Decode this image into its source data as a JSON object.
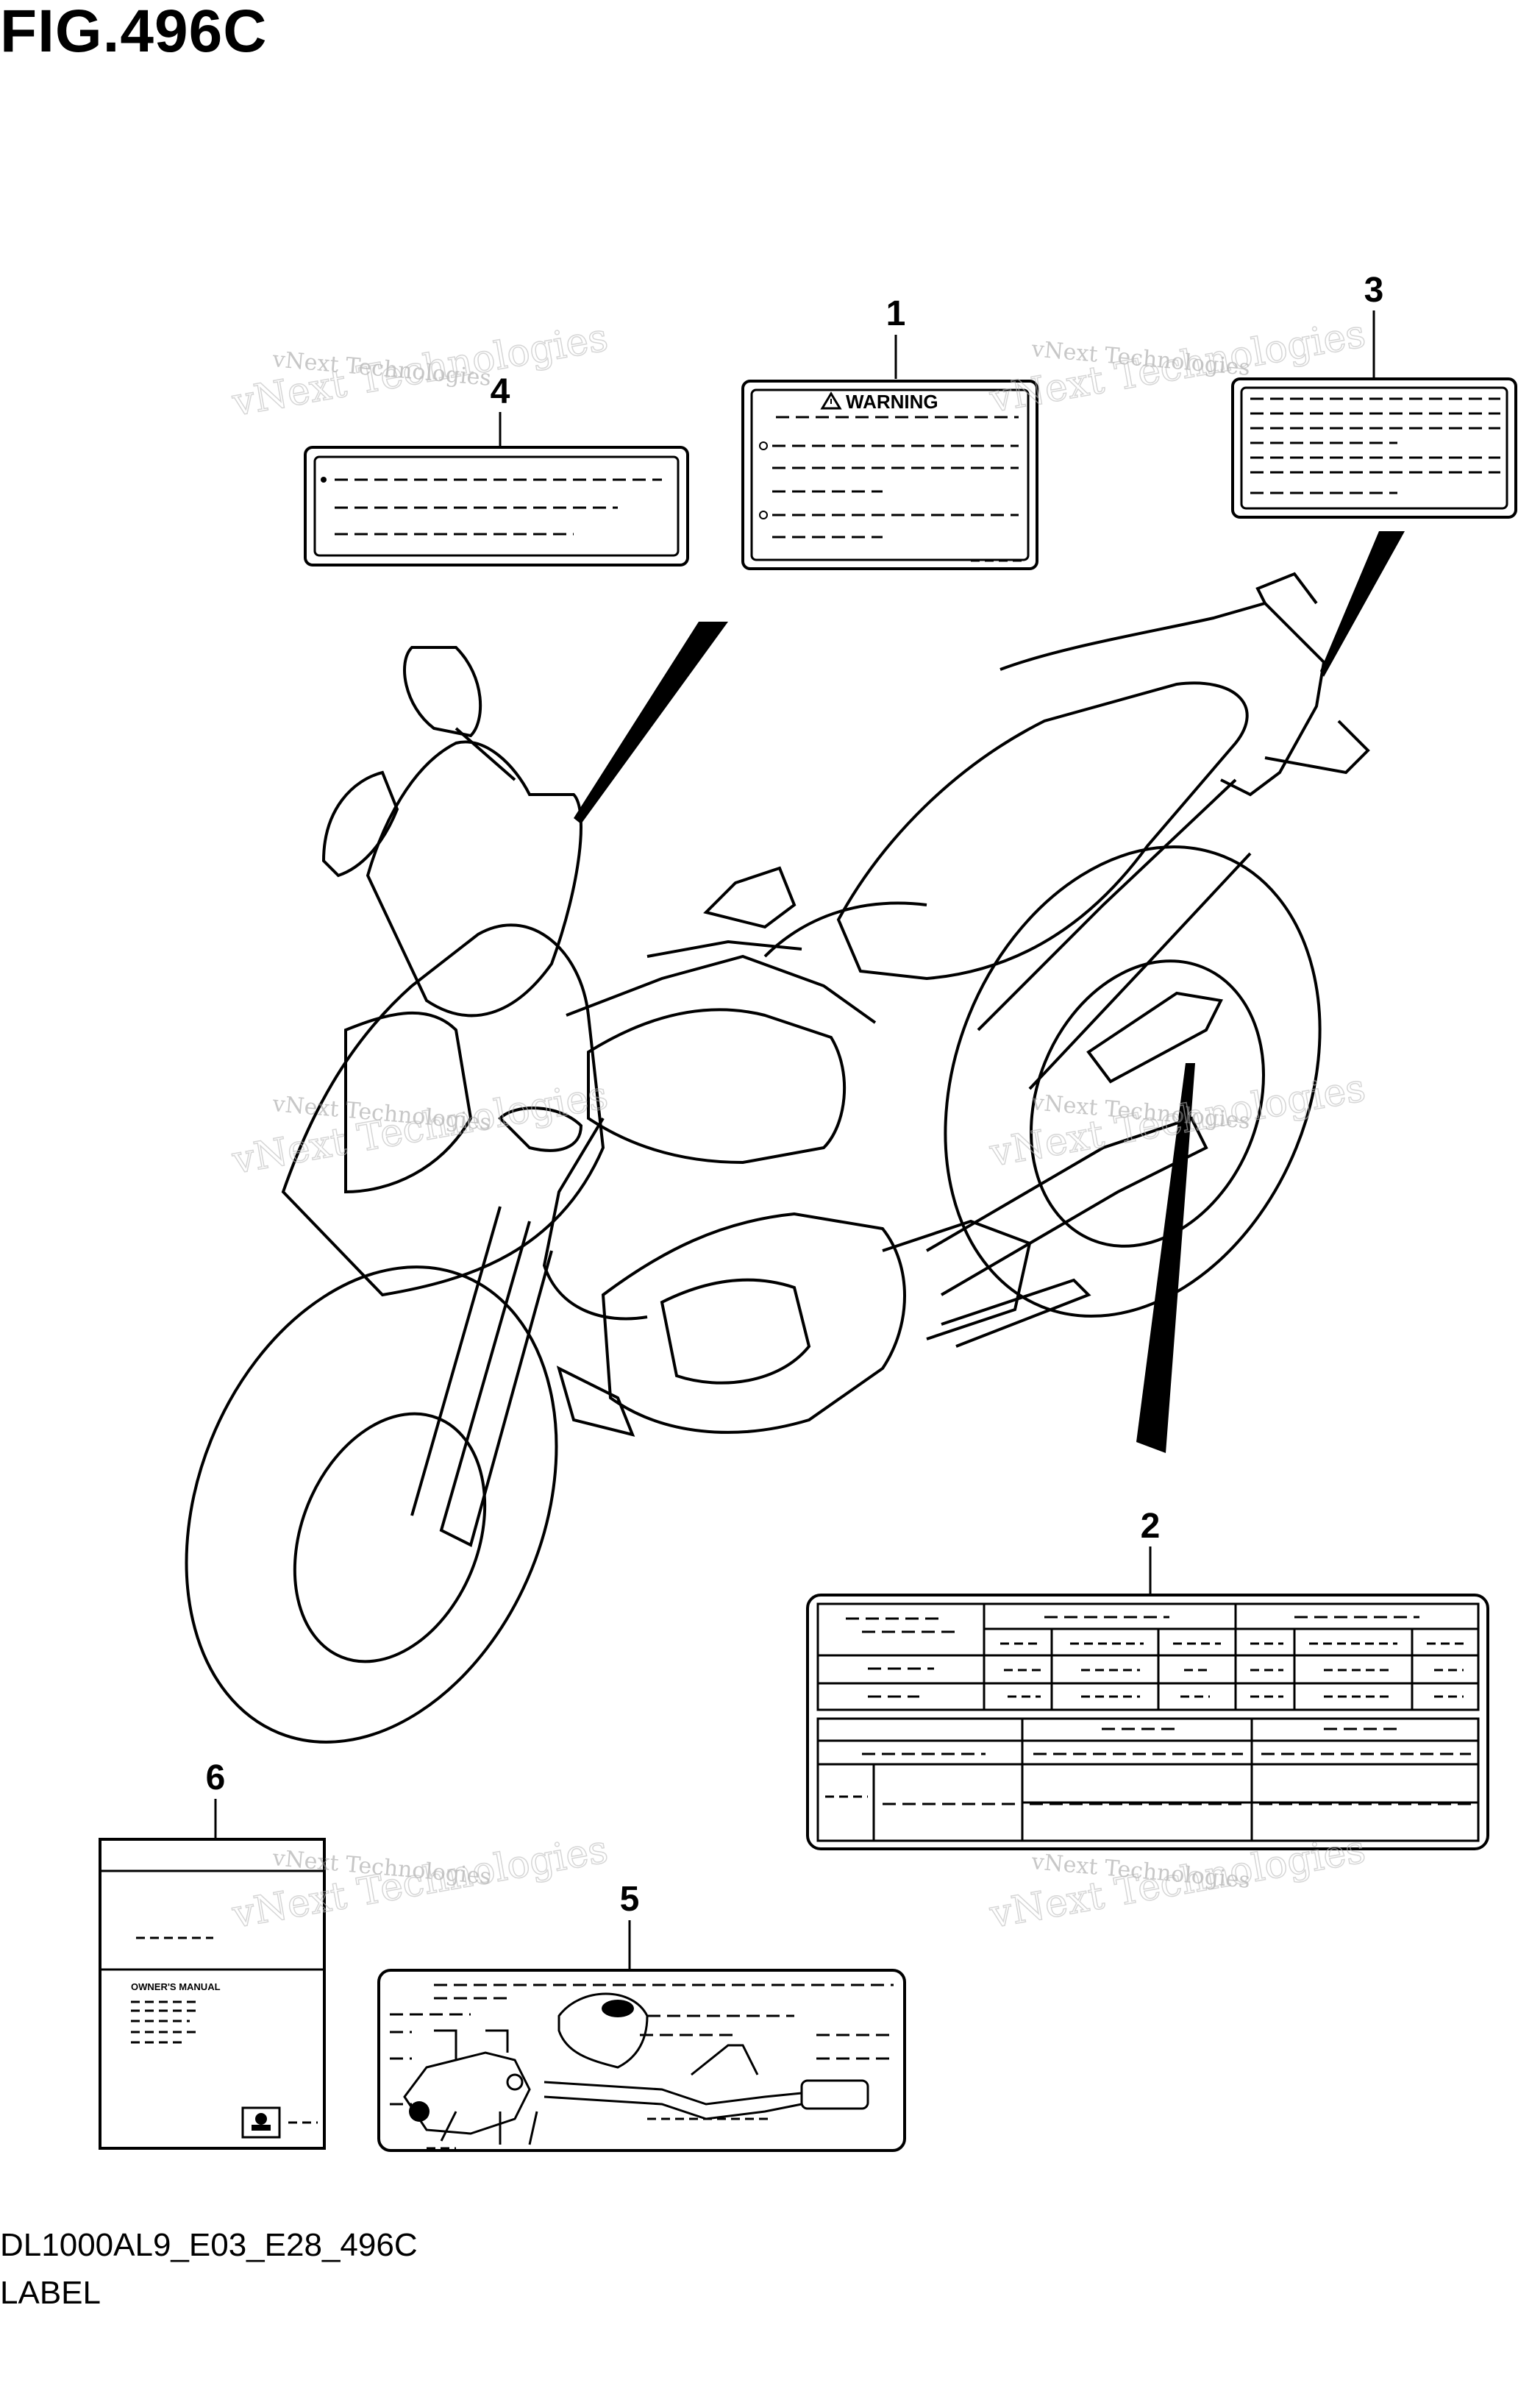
{
  "figure": {
    "title": "FIG.496C",
    "code": "DL1000AL9_E03_E28_496C",
    "label": "LABEL"
  },
  "callouts": [
    "1",
    "2",
    "3",
    "4",
    "5",
    "6"
  ],
  "warning_label": {
    "heading": "WARNING"
  },
  "manual": {
    "title": "OWNER'S MANUAL"
  },
  "watermark": {
    "small": "vNext Technologies",
    "big": "vNext Technologies"
  }
}
